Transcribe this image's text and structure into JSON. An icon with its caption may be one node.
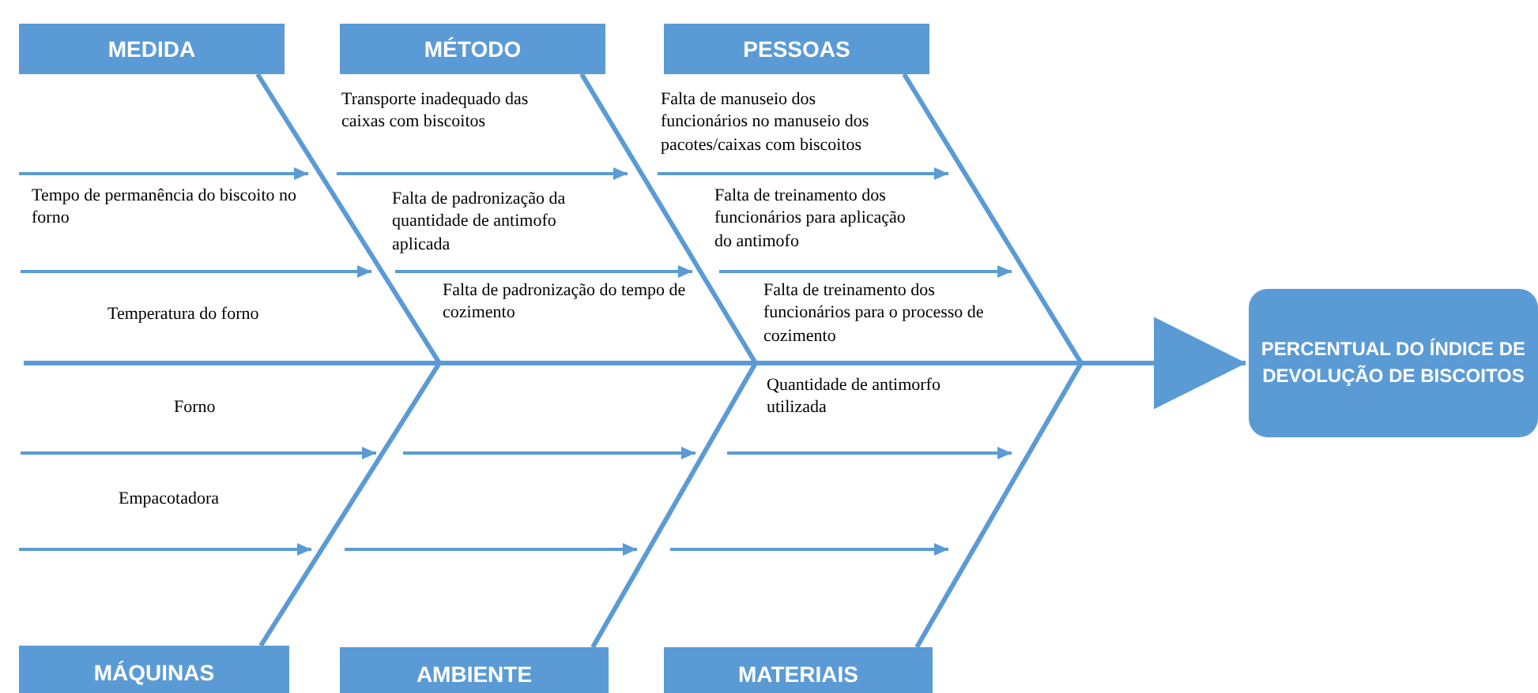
{
  "diagram": {
    "nodes": [
      {
        "text": [
          "MEDIDA"
        ]
      },
      {
        "text": [
          "MÉTODO"
        ]
      },
      {
        "text": [
          "PESSOAS"
        ]
      },
      {
        "text": [
          "MÁQUINAS"
        ]
      },
      {
        "text": [
          "AMBIENTE"
        ]
      },
      {
        "text": [
          "MATERIAIS"
        ]
      },
      {
        "text": [
          "PERCENTUAL DO ÍNDICE DE DEVOLUÇÃO DE BISCOITOS"
        ]
      }
    ],
    "edges": [
      {
        "from": 0,
        "to": 6,
        "arrow": "to"
      },
      {
        "from": 1,
        "to": 6,
        "arrow": "to"
      },
      {
        "from": 2,
        "to": 6,
        "arrow": "to"
      },
      {
        "from": 3,
        "to": 6,
        "arrow": "to"
      },
      {
        "from": 4,
        "to": 6,
        "arrow": "to"
      },
      {
        "from": 5,
        "to": 6,
        "arrow": "to"
      }
    ],
    "labels": [
      "Transporte inadequado das caixas com biscoitos",
      "Falta de manuseio dos funcionários no manuseio dos pacotes/caixas com biscoitos",
      "Tempo de permanência do biscoito no forno",
      "Falta de padronização da quantidade de antimofo aplicada",
      "Falta de treinamento dos funcionários para aplicação do antimofo",
      "Temperatura do forno",
      "Falta de padronização do tempo de cozimento",
      "Falta de treinamento dos funcionários para o processo de cozimento",
      "Quantidade de antimorfo utilizada",
      "Forno",
      "Empacotadora"
    ]
  }
}
